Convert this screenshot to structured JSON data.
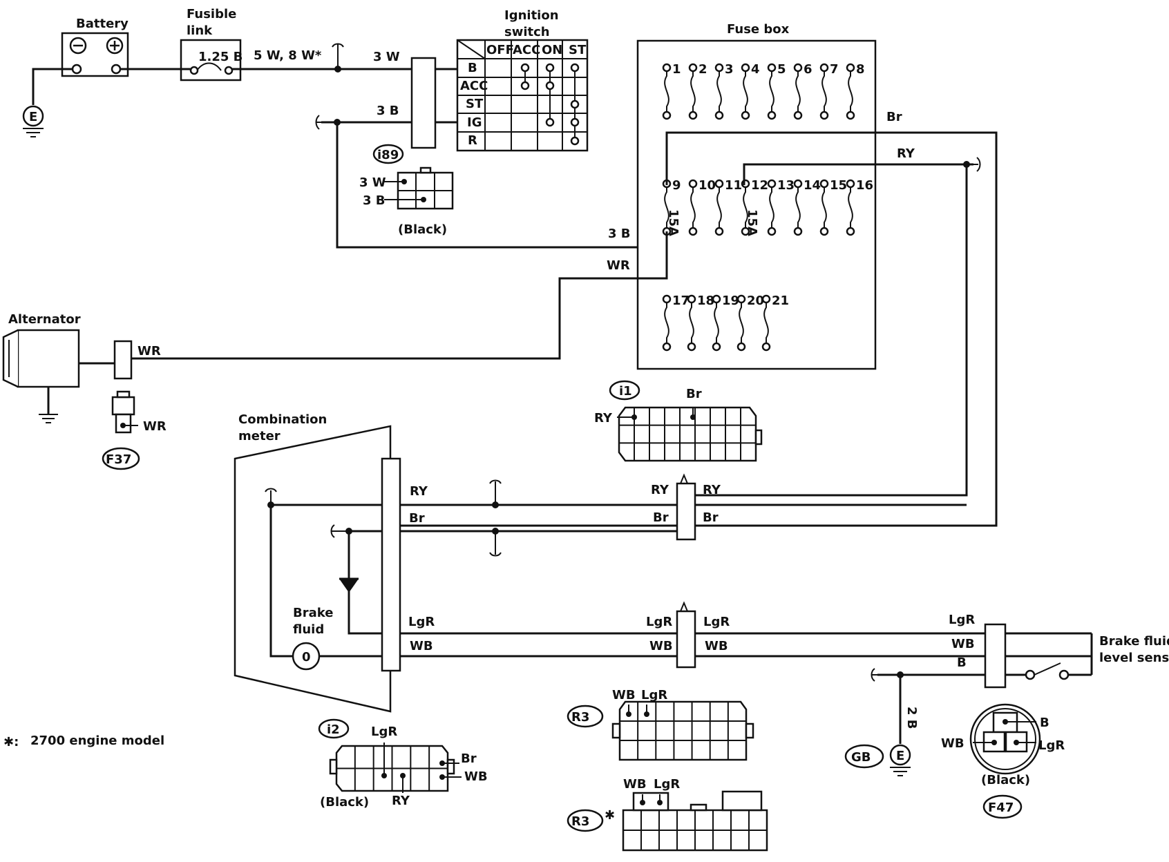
{
  "battery": {
    "label": "Battery",
    "minus": "⊖",
    "plus": "⊕"
  },
  "fusible_link": {
    "label_line1": "Fusible",
    "label_line2": "link",
    "rating": "1.25 B"
  },
  "feed_wire": "5 W, 8 W*",
  "ignition": {
    "label_line1": "Ignition",
    "label_line2": "switch",
    "columns": [
      "OFF",
      "ACC",
      "ON",
      "ST"
    ],
    "rows": [
      "B",
      "ACC",
      "ST",
      "IG",
      "R"
    ]
  },
  "wires": {
    "w3": "3 W",
    "b3": "3 B",
    "br": "Br",
    "ry": "RY",
    "wr": "WR",
    "lgr": "LgR",
    "wb": "WB",
    "b": "B",
    "b2": "2 B"
  },
  "fuse_box": {
    "label": "Fuse box",
    "row1": [
      "1",
      "2",
      "3",
      "4",
      "5",
      "6",
      "7",
      "8"
    ],
    "row2": [
      "9",
      "10",
      "11",
      "12",
      "13",
      "14",
      "15",
      "16"
    ],
    "row3": [
      "17",
      "18",
      "19",
      "20",
      "21"
    ],
    "rating": "15A"
  },
  "alternator": {
    "label": "Alternator"
  },
  "connectors": {
    "i89": "i89",
    "i1": "i1",
    "f37": "F37",
    "i2": "i2",
    "r3": "R3",
    "r3_star": "R3",
    "gb": "GB",
    "f47": "F47",
    "black": "(Black)"
  },
  "combination_meter": {
    "label_line1": "Combination",
    "label_line2": "meter"
  },
  "brake_fluid": {
    "label_line1": "Brake",
    "label_line2": "fluid"
  },
  "brake_sensor": {
    "label_line1": "Brake fluid",
    "label_line2": "level sensor"
  },
  "footnote": {
    "symbol": "✱:",
    "text": "2700 engine model"
  },
  "ground_symbol": "E"
}
